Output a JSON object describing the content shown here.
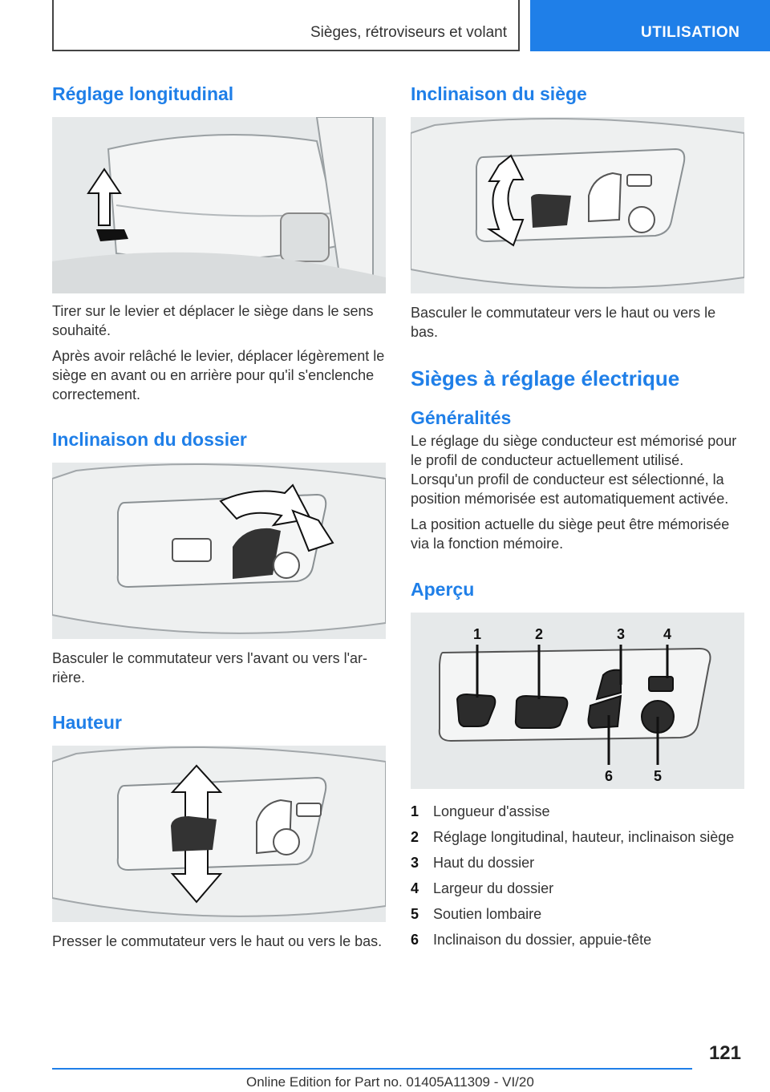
{
  "header": {
    "section": "Sièges, rétroviseurs et volant",
    "chapter": "UTILISATION"
  },
  "left": {
    "s1_title": "Réglage longitudinal",
    "s1_p1": "Tirer sur le levier et déplacer le siège dans le sens souhaité.",
    "s1_p2": "Après avoir relâché le levier, déplacer légèrement le siège en avant ou en arrière pour qu'il s'en­clenche correctement.",
    "s2_title": "Inclinaison du dossier",
    "s2_p1": "Basculer le commutateur vers l'avant ou vers l'ar­rière.",
    "s3_title": "Hauteur",
    "s3_p1": "Presser le commutateur vers le haut ou vers le bas."
  },
  "right": {
    "s1_title": "Inclinaison du siège",
    "s1_p1": "Basculer le commutateur vers le haut ou vers le bas.",
    "s2_title": "Sièges à réglage électrique",
    "s3_title": "Généralités",
    "s3_p1": "Le réglage du siège conducteur est mémorisé pour le profil de conducteur actuellement utilisé. Lorsqu'un profil de conducteur est sélectionné, la position mémorisée est automatiquement acti­vée.",
    "s3_p2": "La position actuelle du siège peut être mémori­sée via la fonction mémoire.",
    "s4_title": "Aperçu",
    "callouts": [
      "1",
      "2",
      "3",
      "4",
      "6",
      "5"
    ],
    "items": [
      {
        "num": "1",
        "text": "Longueur d'assise"
      },
      {
        "num": "2",
        "text": "Réglage longitudinal, hauteur, inclinaison siège"
      },
      {
        "num": "3",
        "text": "Haut du dossier"
      },
      {
        "num": "4",
        "text": "Largeur du dossier"
      },
      {
        "num": "5",
        "text": "Soutien lombaire"
      },
      {
        "num": "6",
        "text": "Inclinaison du dossier, appuie-tête"
      }
    ]
  },
  "footer": {
    "page_number": "121",
    "edition": "Online Edition for Part no. 01405A11309 - VI/20"
  },
  "colors": {
    "accent": "#1f7fe8"
  }
}
